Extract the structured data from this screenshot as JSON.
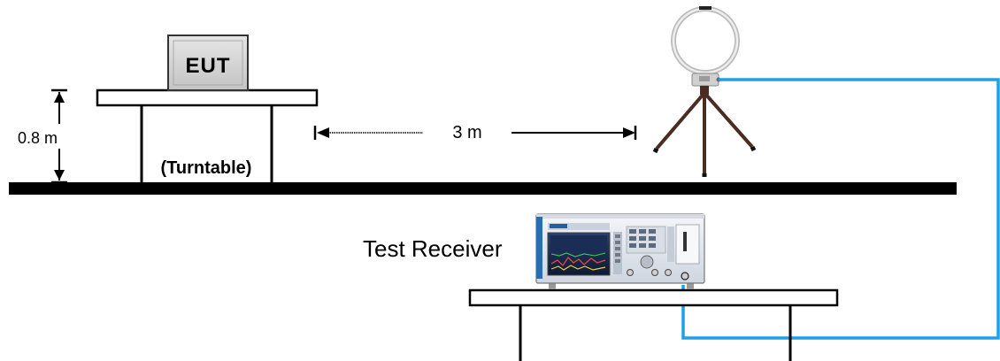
{
  "diagram": {
    "eut_label": "EUT",
    "height_label": "0.8 m",
    "turntable_label": "(Turntable)",
    "distance_label": "3 m",
    "receiver_label": "Test Receiver"
  },
  "colors": {
    "cable": "#1fa0e6",
    "ground": "#000000",
    "table_outline": "#000000",
    "eut_box": "#d9d9d9",
    "receiver_body": "#eef0f4",
    "receiver_frame": "#2a6db0",
    "screen": "#1b2a4a"
  },
  "icons": {
    "antenna": "loop-antenna-icon",
    "tripod": "tripod-icon",
    "receiver": "test-receiver-icon"
  }
}
